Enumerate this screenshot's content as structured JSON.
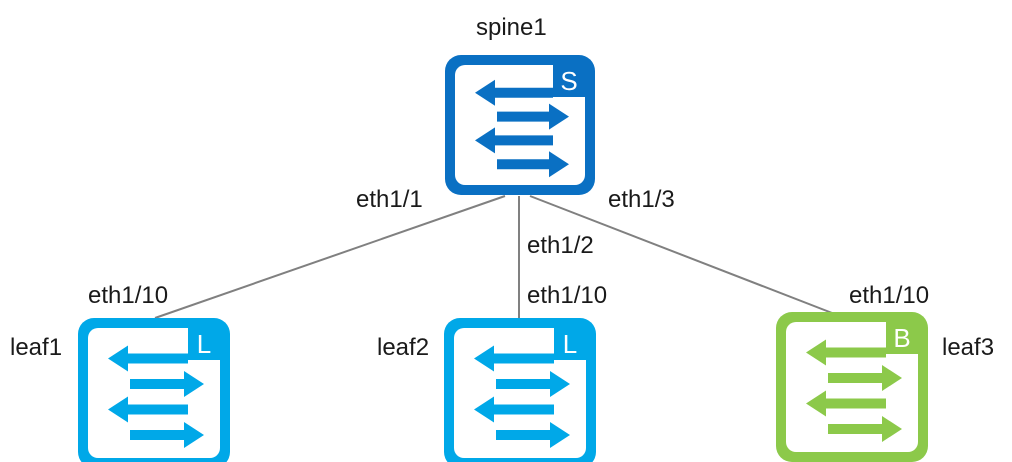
{
  "colors": {
    "spine": "#0a70c3",
    "leaf": "#00a8e8",
    "border": "#8cc94a",
    "link": "#808080",
    "text": "#1a1a1a"
  },
  "nodes": {
    "spine1": {
      "name": "spine1",
      "badge": "S",
      "role": "spine"
    },
    "leaf1": {
      "name": "leaf1",
      "badge": "L",
      "role": "leaf"
    },
    "leaf2": {
      "name": "leaf2",
      "badge": "L",
      "role": "leaf"
    },
    "leaf3": {
      "name": "leaf3",
      "badge": "B",
      "role": "border"
    }
  },
  "links": [
    {
      "from": "spine1",
      "to": "leaf1",
      "from_port": "eth1/1",
      "to_port": "eth1/10"
    },
    {
      "from": "spine1",
      "to": "leaf2",
      "from_port": "eth1/2",
      "to_port": "eth1/10"
    },
    {
      "from": "spine1",
      "to": "leaf3",
      "from_port": "eth1/3",
      "to_port": "eth1/10"
    }
  ]
}
